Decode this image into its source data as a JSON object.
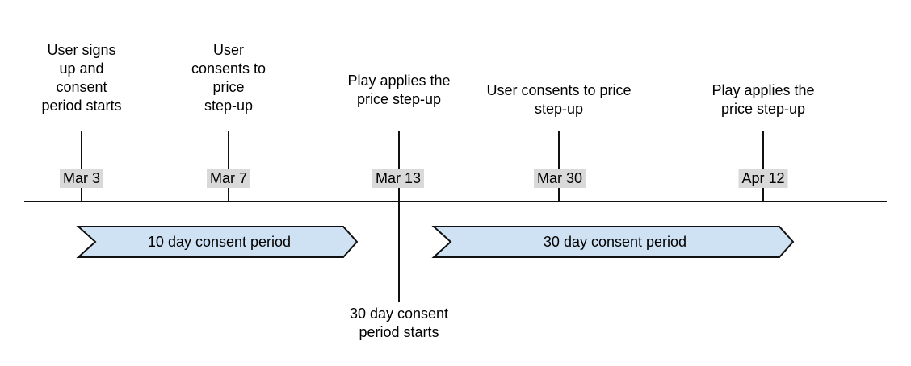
{
  "diagram": {
    "type": "timeline",
    "events": [
      {
        "date": "Mar 3",
        "label": "User signs\nup and\nconsent\nperiod starts"
      },
      {
        "date": "Mar 7",
        "label": "User\nconsents to\nprice\nstep-up"
      },
      {
        "date": "Mar 13",
        "label": "Play applies the\nprice step-up",
        "below_label": "30 day consent\nperiod starts"
      },
      {
        "date": "Mar 30",
        "label": "User consents to price\nstep-up"
      },
      {
        "date": "Apr 12",
        "label": "Play applies the\nprice step-up"
      }
    ],
    "periods": [
      {
        "label": "10 day consent period"
      },
      {
        "label": "30 day consent period"
      }
    ],
    "colors": {
      "period_fill": "#cfe2f3",
      "period_border": "#111111",
      "date_badge_bg": "#d9d9d9",
      "axis_line": "#111111",
      "text": "#000000",
      "background": "#ffffff"
    }
  }
}
